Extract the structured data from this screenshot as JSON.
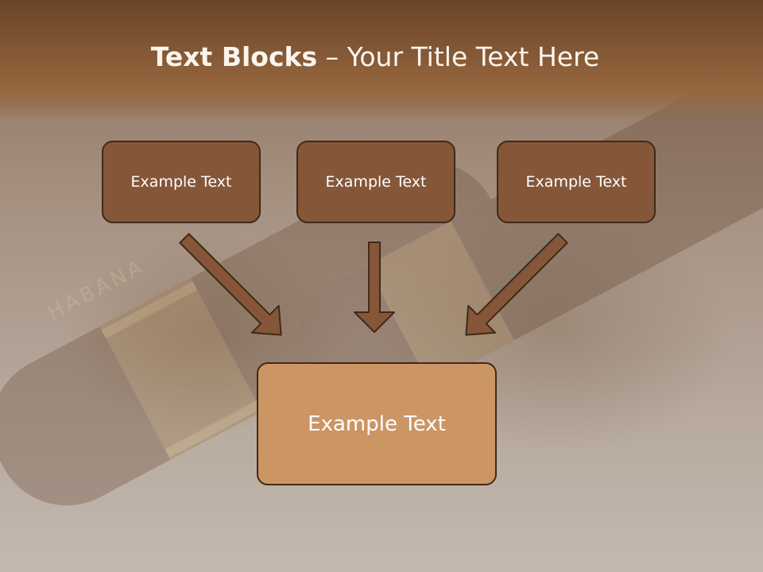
{
  "slide": {
    "title_bold": "Text Blocks",
    "title_rest": " – Your Title Text Here",
    "blocks": [
      {
        "label": "Example Text"
      },
      {
        "label": "Example Text"
      },
      {
        "label": "Example Text"
      }
    ],
    "target": {
      "label": "Example Text"
    },
    "background_text": "HABANA"
  },
  "colors": {
    "header": "#7e5433",
    "box_dark": "#855638",
    "box_light": "#cc9564",
    "border": "#3f2a18",
    "arrow_fill": "#855638"
  }
}
